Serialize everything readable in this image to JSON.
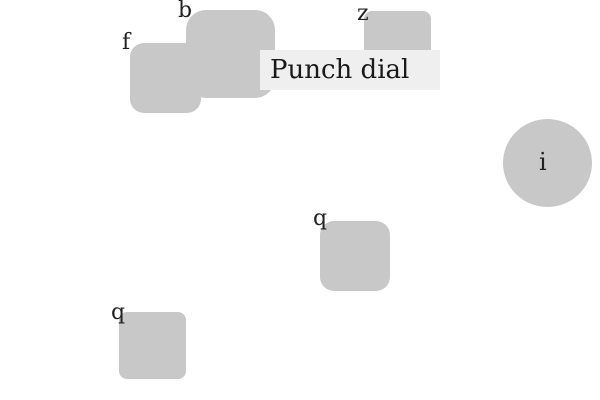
{
  "targets": [
    {
      "label": "b",
      "shape": "rounded-square"
    },
    {
      "label": "f",
      "shape": "rounded-square"
    },
    {
      "label": "z",
      "shape": "rounded-square"
    },
    {
      "label": "i",
      "shape": "circle"
    },
    {
      "label": "q",
      "shape": "rounded-square"
    },
    {
      "label": "q",
      "shape": "rounded-square"
    }
  ],
  "tooltip": {
    "text": "Punch dial"
  },
  "colors": {
    "shape_fill": "#c8c8c8",
    "tooltip_bg": "#efefef",
    "text": "#222222",
    "background": "#ffffff"
  }
}
